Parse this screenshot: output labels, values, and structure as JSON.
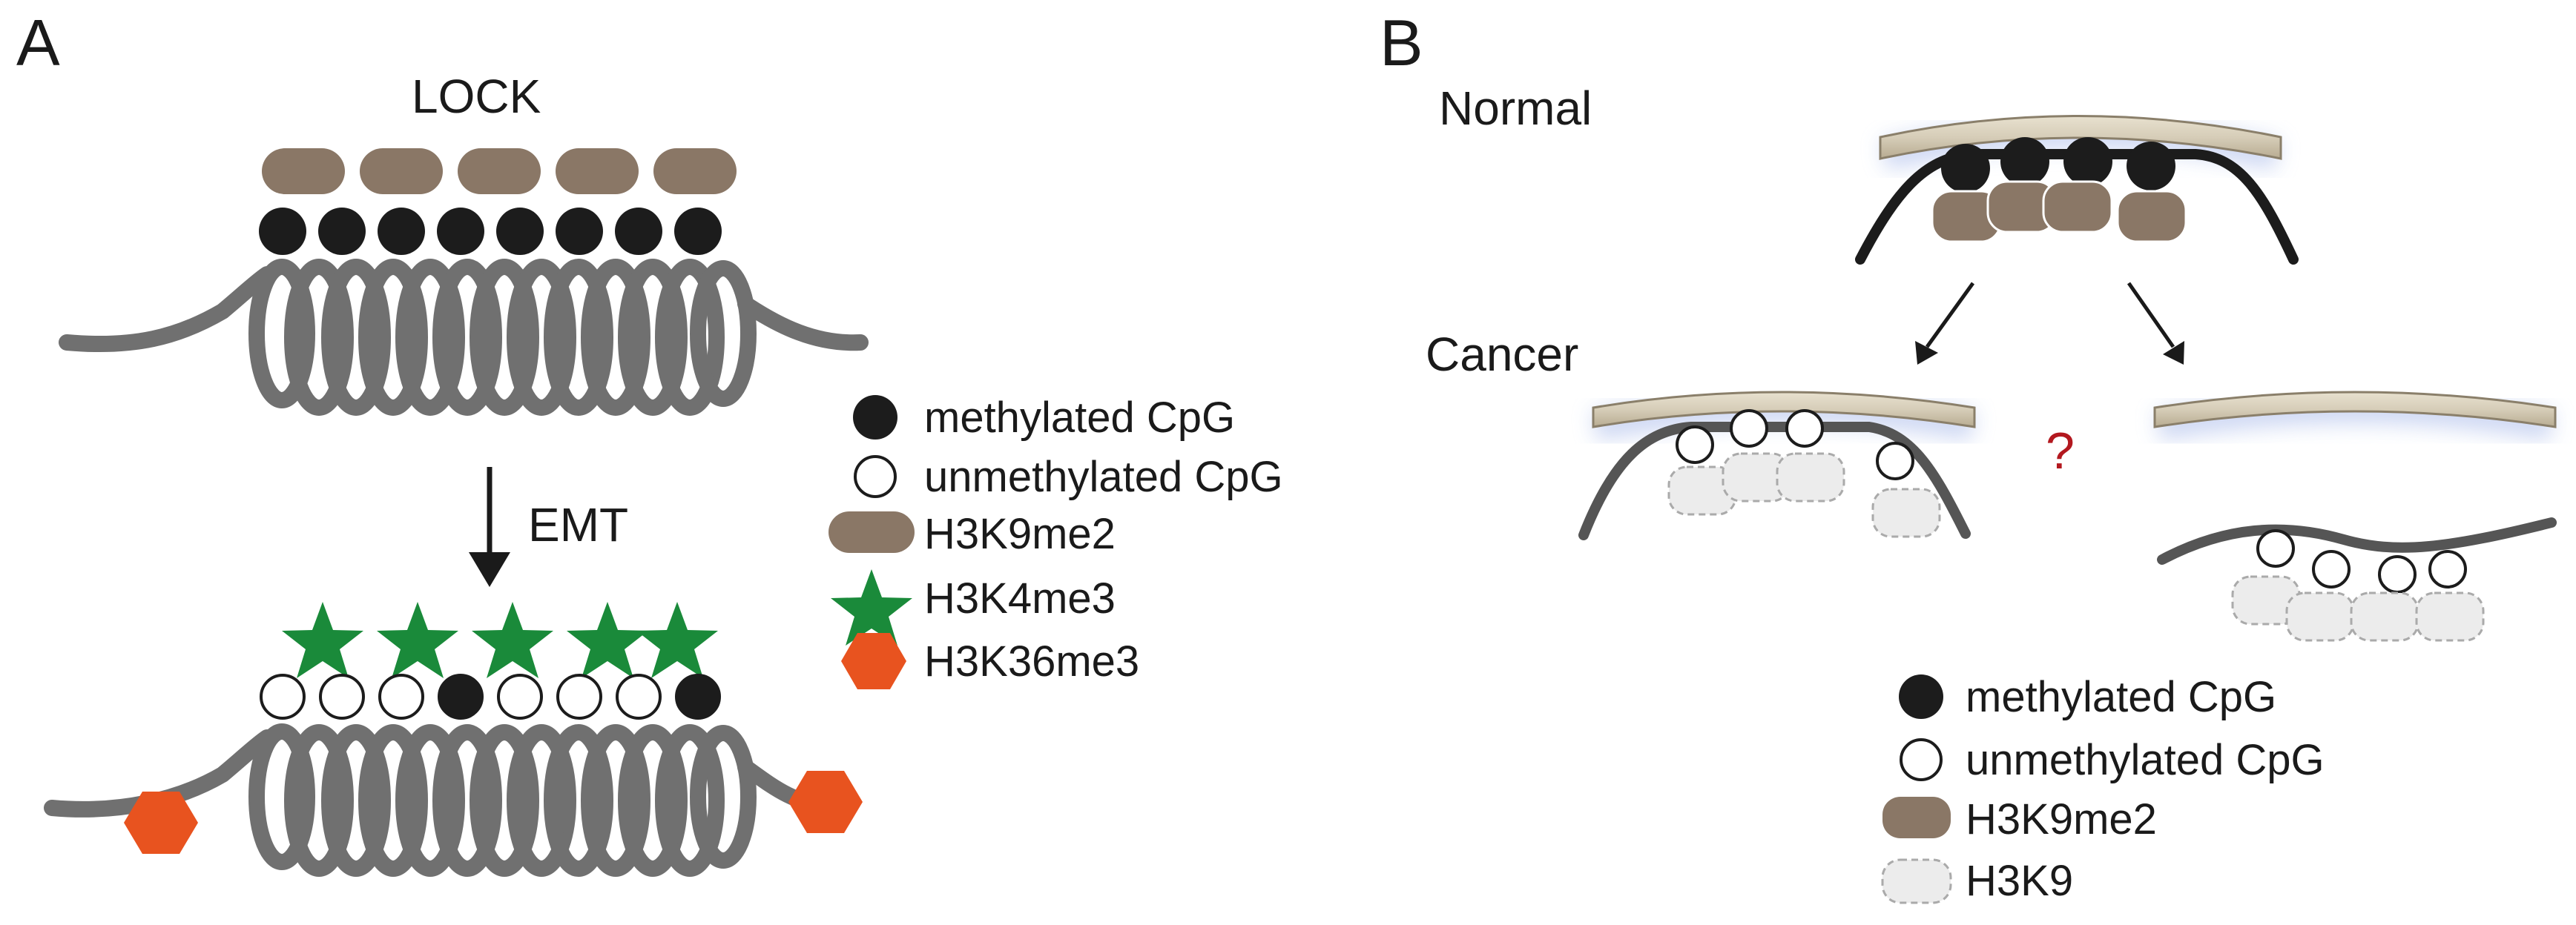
{
  "panelA": {
    "label": "A",
    "top_label": "LOCK",
    "arrow_label": "EMT",
    "legend": {
      "methylated": "methylated CpG",
      "unmethylated": "unmethylated CpG",
      "h3k9me2": "H3K9me2",
      "h3k4me3": "H3K4me3",
      "h3k36me3": "H3K36me3"
    }
  },
  "panelB": {
    "label": "B",
    "normal_label": "Normal",
    "cancer_label": "Cancer",
    "question": "?",
    "legend": {
      "methylated": "methylated CpG",
      "unmethylated": "unmethylated CpG",
      "h3k9me2": "H3K9me2",
      "h3k9": "H3K9"
    }
  },
  "colors": {
    "h3k9me2": "#8a7766",
    "h3k4me3": "#1a8a3a",
    "h3k36me3": "#e8531f",
    "chromatin": "#707070",
    "lamina": "#d6cdb8",
    "lamina_glow": "#c9d4f2",
    "h3k9_unmod": "#ececec",
    "dna_dark": "#1c1c1c",
    "question": "#b3181f"
  }
}
